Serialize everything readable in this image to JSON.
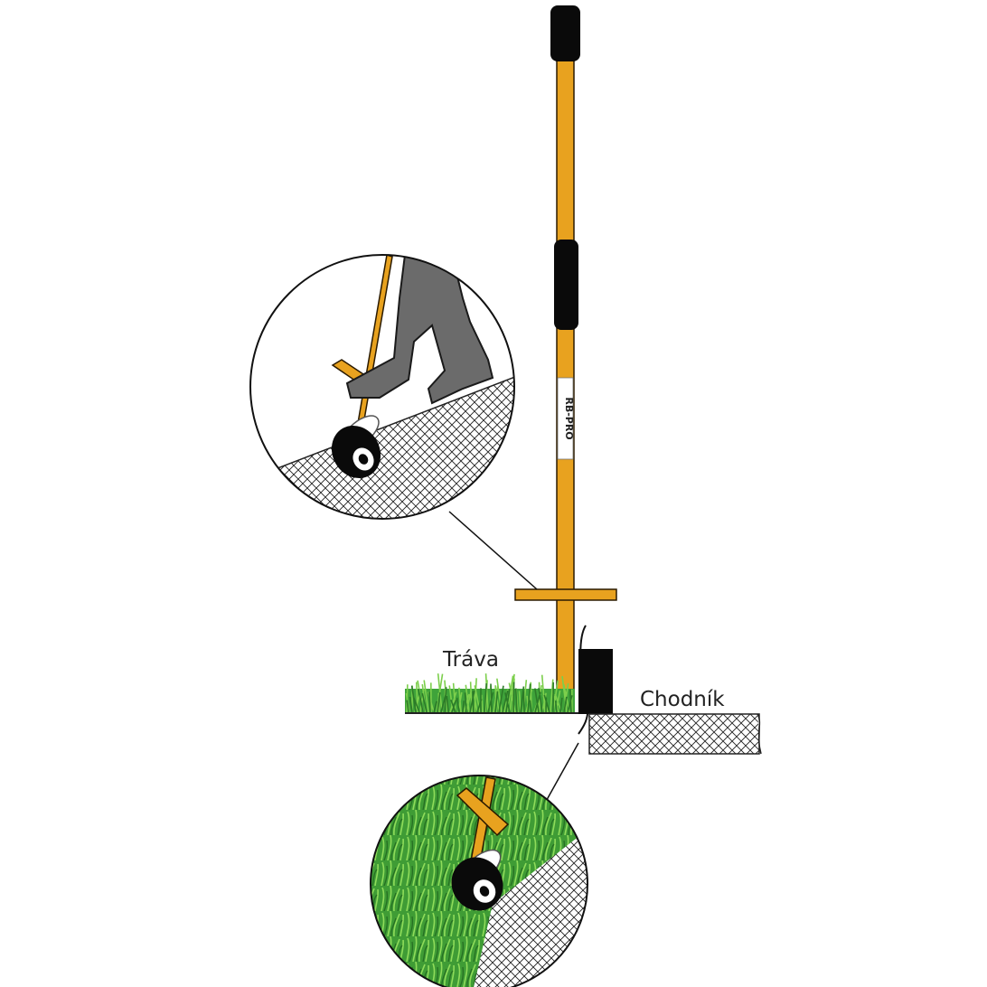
{
  "labels": {
    "grass": "Tráva",
    "sidewalk": "Chodník",
    "brand": "RB-PRO"
  },
  "colors": {
    "handle": "#E8A21F",
    "handle_outline": "#2a1a00",
    "grip": "#0a0a0a",
    "boot": "#6b6b6b",
    "grass": "#3fa33a",
    "grass_light": "#7ccf4c",
    "hatch": "#222222"
  },
  "icons": {
    "tool": "lawn-edger-icon",
    "boot": "boot-icon",
    "wheel": "wheel-icon"
  }
}
